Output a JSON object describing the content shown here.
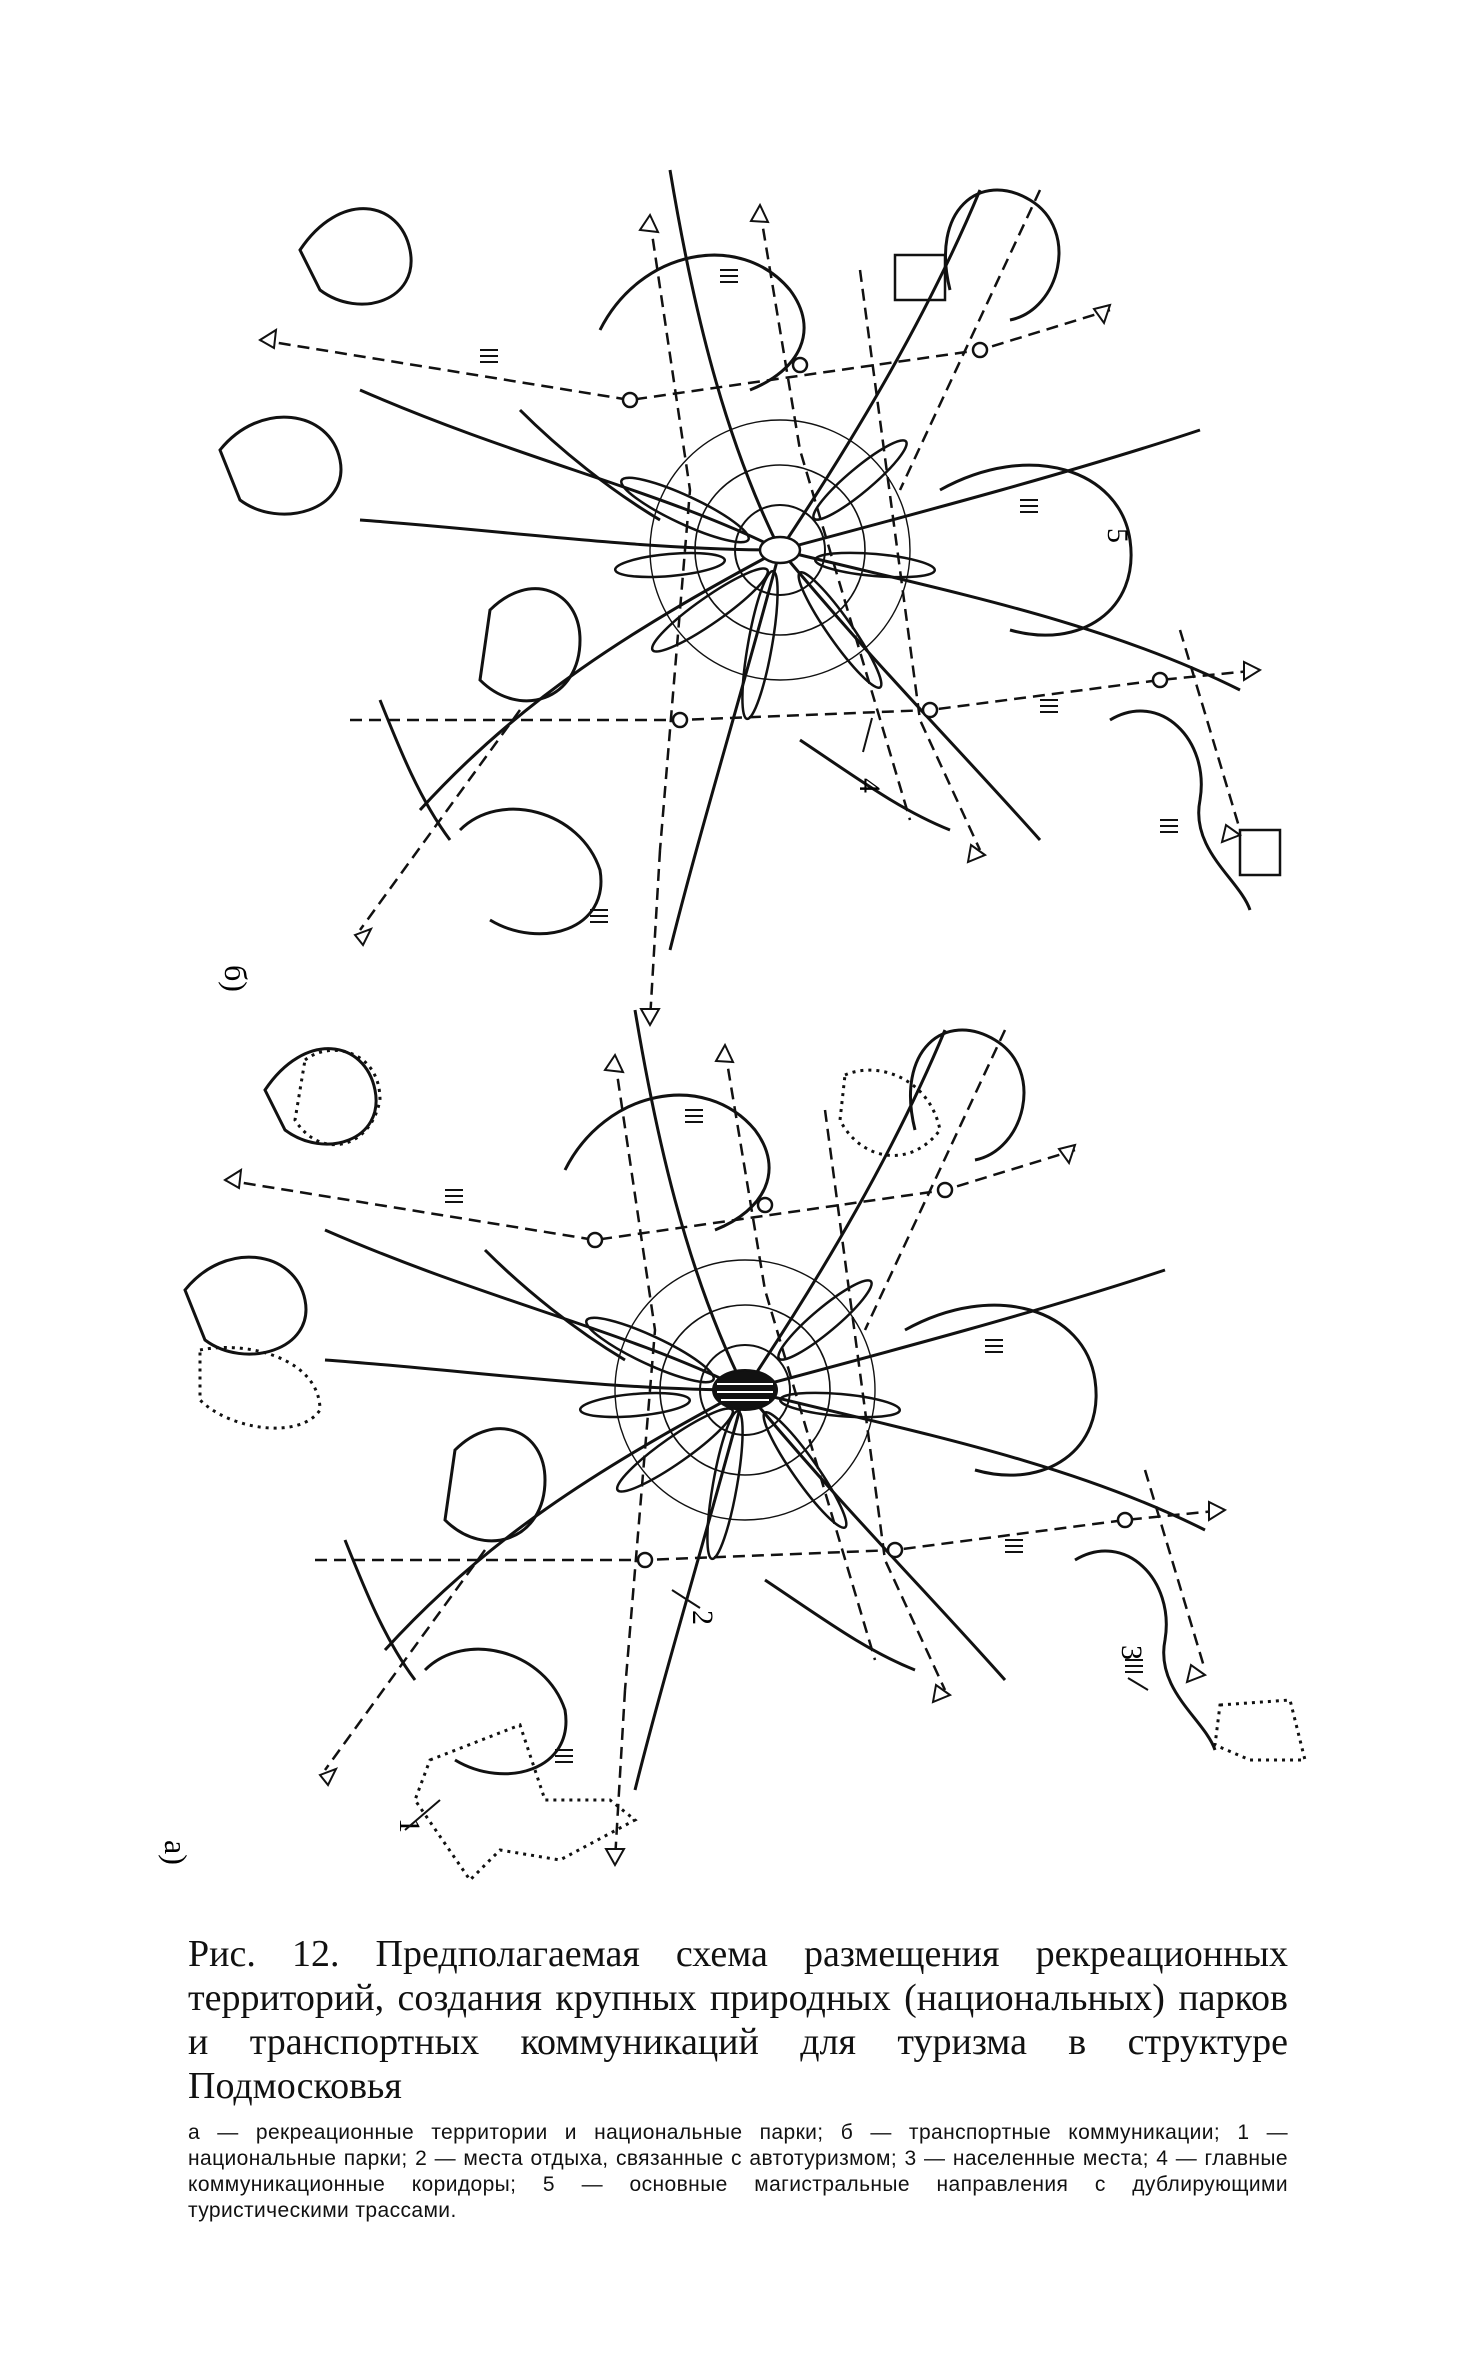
{
  "figure": {
    "panel_b_label": "б)",
    "panel_a_label": "а)",
    "callouts": {
      "c1": "1",
      "c2": "2",
      "c3": "3",
      "c4": "4",
      "c5": "5"
    }
  },
  "caption": {
    "title": "Рис. 12. Предполагаемая схема размещения рекреационных территорий, создания крупных природных (национальных) парков и транспортных коммуникаций для туризма в структуре Подмосковья",
    "legend": "а — рекреационные территории и национальные парки; б — транспортные коммуникации; 1 — национальные парки; 2 — места отдыха, связанные с автотуризмом; 3 — населенные места; 4 — главные коммуникационные коридоры; 5 — основные магистральные направления с дублирующими туристическими трассами."
  }
}
